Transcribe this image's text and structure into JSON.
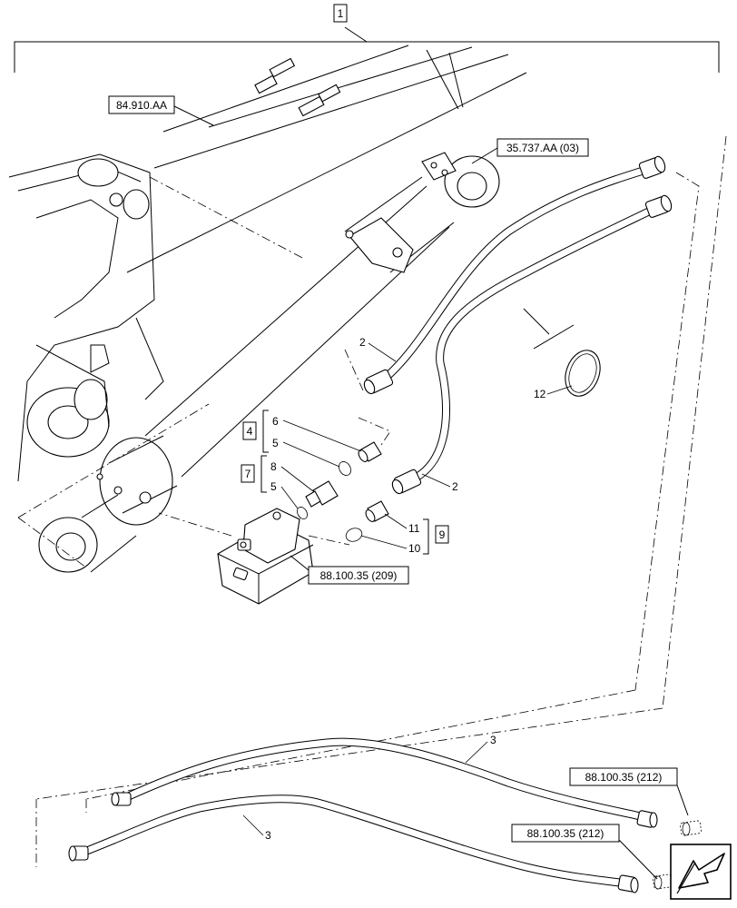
{
  "references": {
    "main_assembly": "1",
    "boom": "84.910.AA",
    "cylinder": "35.737.AA (03)",
    "valve": "88.100.35 (209)",
    "connection_upper": "88.100.35 (212)",
    "connection_lower": "88.100.35 (212)"
  },
  "kits": {
    "kit_4": "4",
    "kit_7": "7",
    "kit_9": "9"
  },
  "callouts": {
    "hose_upper": "2",
    "hose_lower": "2",
    "pipe_upper": "3",
    "pipe_lower": "3",
    "kit4_item_top": "6",
    "kit4_item_bottom": "5",
    "kit7_item_top": "8",
    "kit7_item_bottom": "5",
    "kit9_item_top": "11",
    "kit9_item_bottom": "10",
    "ring": "12"
  },
  "icons": {
    "corner_navigation": "arrow-icon"
  }
}
